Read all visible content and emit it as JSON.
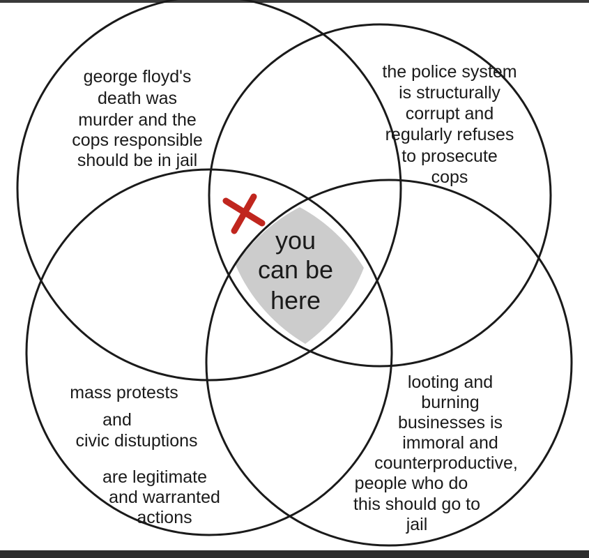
{
  "diagram": {
    "circles": {
      "top_left": {
        "lines": [
          "george floyd's",
          "death was",
          "murder and the",
          "cops responsible",
          "should be in jail"
        ]
      },
      "top_right": {
        "lines": [
          "the police system",
          "is structurally",
          "corrupt and",
          "regularly refuses",
          "to prosecute",
          "cops"
        ]
      },
      "bottom_left": {
        "lines": [
          "mass protests",
          "and",
          "civic distuptions",
          "are  legitimate",
          "and warranted",
          "actions"
        ]
      },
      "bottom_right": {
        "lines": [
          "looting and",
          "burning",
          "businesses is",
          "immoral and",
          "counterproductive,",
          "people who do",
          "this should go to",
          "jail"
        ]
      }
    },
    "center": {
      "lines": [
        "you",
        "can be",
        "here"
      ]
    },
    "colors": {
      "outline": "#1a1a1a",
      "center_fill": "#cccccc",
      "cross": "#c0261e",
      "top_bar": "#3a3a3a",
      "bottom_bar": "#2c2c2c"
    },
    "icons": {
      "cross": "x-mark-icon"
    }
  }
}
